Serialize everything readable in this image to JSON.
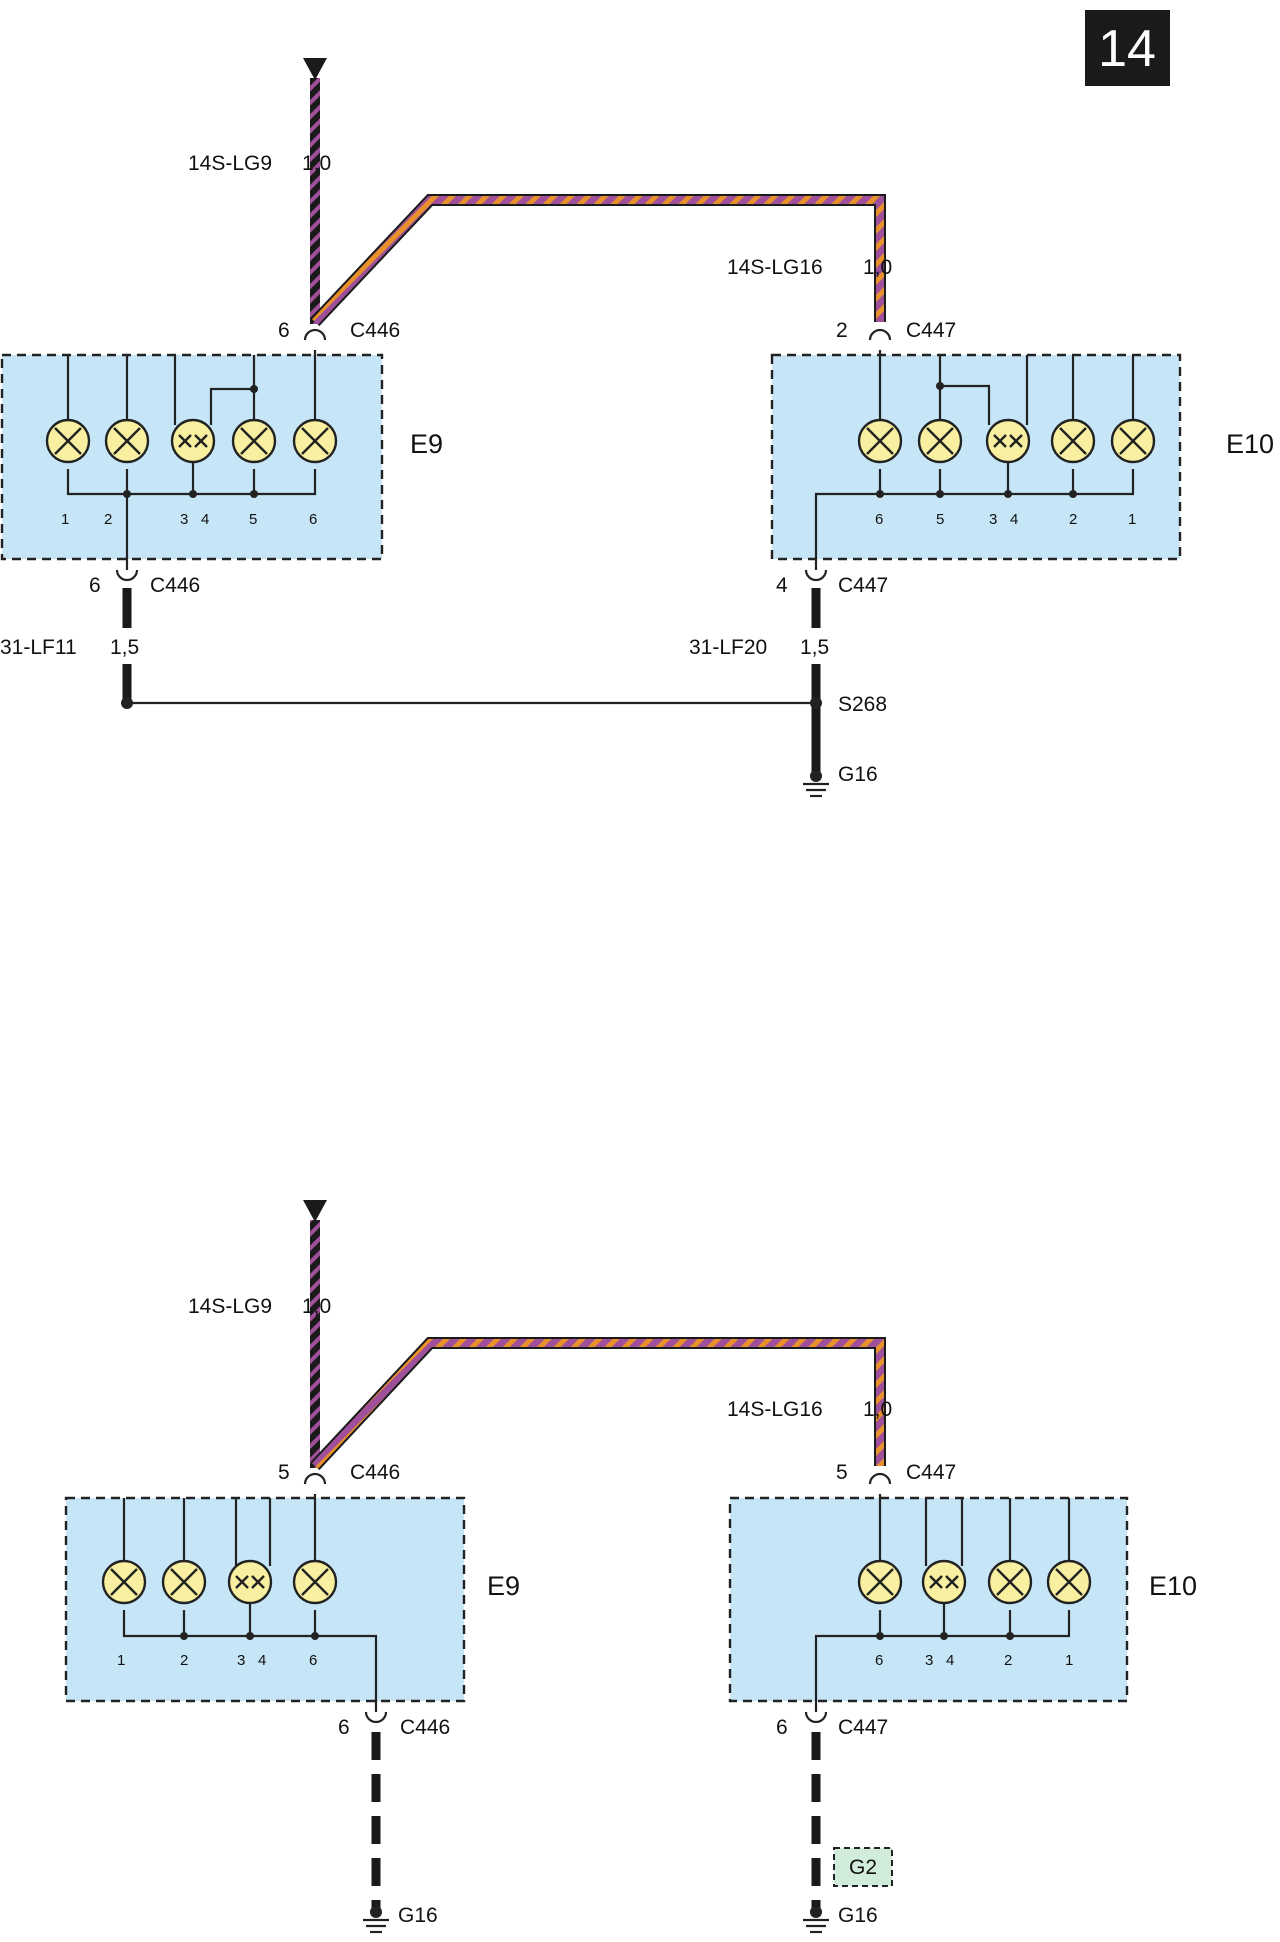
{
  "page_number": "14",
  "colors": {
    "module_fill": "#c6e6f8",
    "lamp_fill": "#f8f0a0",
    "wire_purple": "#a0509a",
    "wire_orange": "#e8902a",
    "wire_black": "#1a1a1a",
    "badge_bg": "#1a1a1a",
    "g2_fill": "#d2ecdc"
  },
  "top": {
    "feed_wire": {
      "code": "14S-LG9",
      "size": "1,0"
    },
    "branch_wire": {
      "code": "14S-LG16",
      "size": "1,0"
    },
    "c446_in": {
      "pin": "6",
      "name": "C446"
    },
    "c447_in": {
      "pin": "2",
      "name": "C447"
    },
    "e9": {
      "label": "E9",
      "pins": [
        "1",
        "2",
        "3",
        "4",
        "5",
        "6"
      ]
    },
    "e10": {
      "label": "E10",
      "pins": [
        "6",
        "5",
        "3",
        "4",
        "2",
        "1"
      ]
    },
    "c446_out": {
      "pin": "6",
      "name": "C446"
    },
    "c447_out": {
      "pin": "4",
      "name": "C447"
    },
    "ground_wire_left": {
      "code": "31-LF11",
      "size": "1,5"
    },
    "ground_wire_right": {
      "code": "31-LF20",
      "size": "1,5"
    },
    "splice": "S268",
    "ground": "G16"
  },
  "bottom": {
    "feed_wire": {
      "code": "14S-LG9",
      "size": "1,0"
    },
    "branch_wire": {
      "code": "14S-LG16",
      "size": "1,0"
    },
    "c446_in": {
      "pin": "5",
      "name": "C446"
    },
    "c447_in": {
      "pin": "5",
      "name": "C447"
    },
    "e9": {
      "label": "E9",
      "pins": [
        "1",
        "2",
        "3",
        "4",
        "6"
      ]
    },
    "e10": {
      "label": "E10",
      "pins": [
        "6",
        "3",
        "4",
        "2",
        "1"
      ]
    },
    "c446_out": {
      "pin": "6",
      "name": "C446"
    },
    "c447_out": {
      "pin": "6",
      "name": "C447"
    },
    "ground_left": "G16",
    "ground_right": "G16",
    "option_box": "G2"
  }
}
